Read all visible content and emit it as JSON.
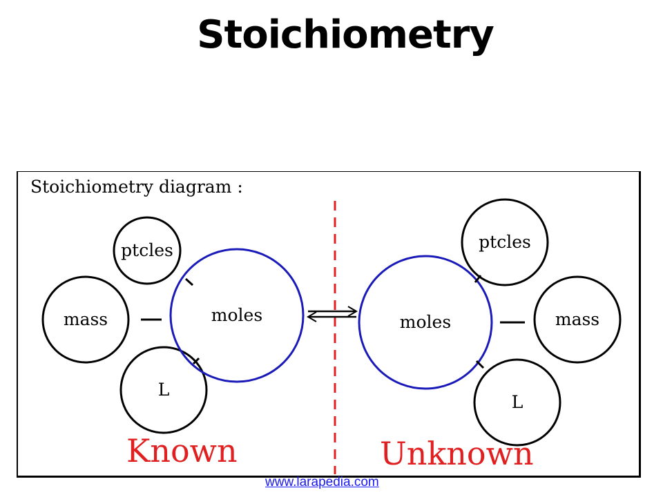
{
  "slide": {
    "title": "Stoichiometry",
    "source_url": "www.larapedia.com"
  },
  "diagram": {
    "heading": "Stoichiometry diagram :",
    "known": {
      "label": "Known",
      "center": "moles",
      "nodes": {
        "particles": "ptcles",
        "mass": "mass",
        "liters": "L"
      }
    },
    "unknown": {
      "label": "Unknown",
      "center": "moles",
      "nodes": {
        "particles": "ptcles",
        "mass": "mass",
        "liters": "L"
      }
    }
  },
  "colors": {
    "side_label": "#e02020",
    "divider": "#e02020",
    "moles_circle": "#1a1ab8",
    "link": "#1a1aee"
  }
}
